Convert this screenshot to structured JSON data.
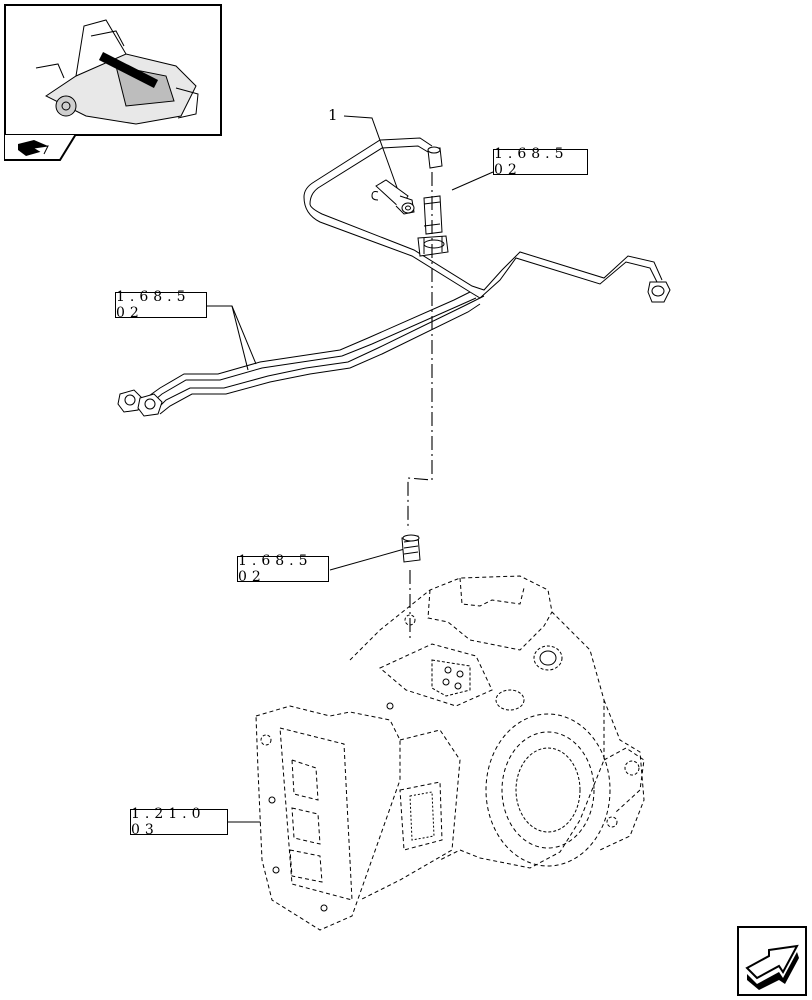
{
  "callouts": [
    {
      "id": "item-1",
      "label": "1"
    }
  ],
  "references": [
    {
      "id": "ref-top-right",
      "label": "1.68.5 02"
    },
    {
      "id": "ref-left-pipe",
      "label": "1.68.5 02"
    },
    {
      "id": "ref-fitting",
      "label": "1.68.5 02"
    },
    {
      "id": "ref-housing",
      "label": "1.21.0 03"
    }
  ],
  "icons": {
    "thumbnail": "tractor-overview-thumbnail",
    "section_tab": "arrow-section-icon",
    "next_page": "next-page-arrow-icon"
  }
}
